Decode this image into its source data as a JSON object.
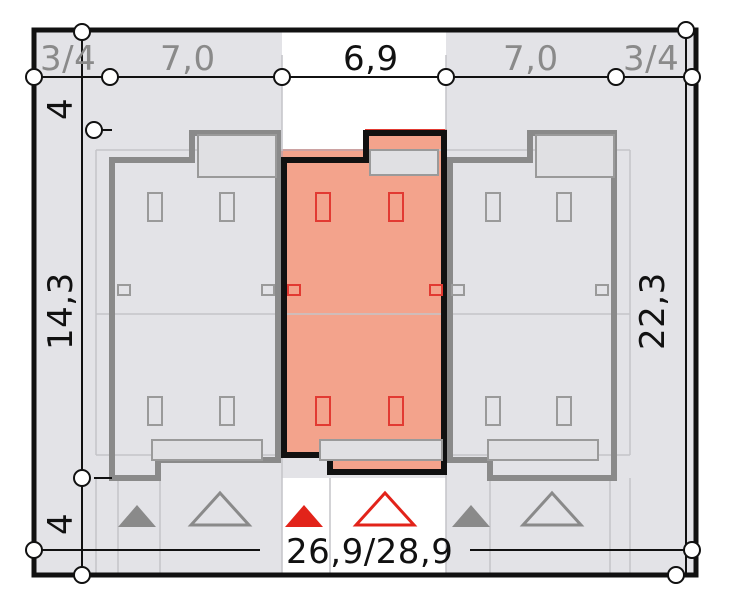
{
  "diagram": {
    "type": "site-plan",
    "colors": {
      "background": "#ffffff",
      "plot_fill": "#e3e3e7",
      "highlight_fill": "#f3a38c",
      "highlight_stroke": "#e23a32",
      "wall_gray": "#8a8a8a",
      "wall_black": "#111111",
      "marker_gray": "#8a8a8a",
      "marker_red": "#e2231a"
    },
    "dimensions": {
      "top": {
        "left_edge": "3/4",
        "left_unit": "7,0",
        "center_unit": "6,9",
        "right_unit": "7,0",
        "right_edge": "3/4"
      },
      "left": {
        "top_setback": "4",
        "depth": "14,3",
        "bottom_setback": "4"
      },
      "right": {
        "total_depth": "22,3"
      },
      "bottom": {
        "total_width": "26,9/28,9"
      }
    },
    "units": [
      {
        "label": "left",
        "highlighted": false
      },
      {
        "label": "center",
        "highlighted": true
      },
      {
        "label": "right",
        "highlighted": false
      }
    ],
    "icons": {
      "entrance_marker": "filled-triangle-icon",
      "garage_marker": "outline-triangle-icon"
    }
  }
}
